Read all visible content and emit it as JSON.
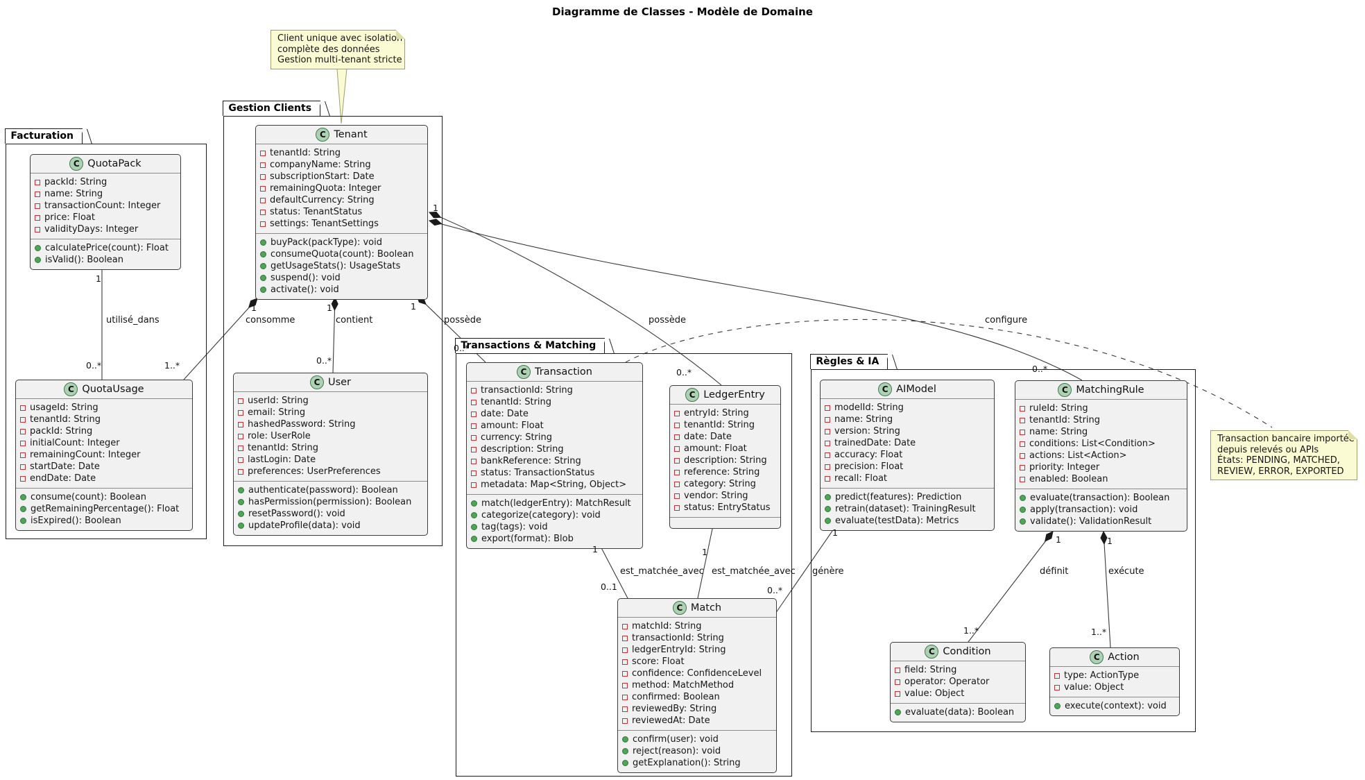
{
  "title": "Diagramme de Classes - Modèle de Domaine",
  "icon_letter": "C",
  "colors": {
    "class_fill": "#F1F1F1",
    "class_icon_bg": "#ADD1B2",
    "field_marker_red": "#C13238",
    "method_marker_green": "#50A357",
    "note_bg": "#FBFBD3",
    "line": "#383838"
  },
  "packages": {
    "facturation": {
      "name": "Facturation"
    },
    "gestion_clients": {
      "name": "Gestion Clients"
    },
    "transactions_matching": {
      "name": "Transactions & Matching"
    },
    "regles_ia": {
      "name": "Règles & IA"
    }
  },
  "notes": {
    "tenant_note": {
      "lines": [
        "Client unique avec isolation",
        "complète des données",
        "Gestion multi-tenant stricte"
      ]
    },
    "transaction_note": {
      "lines": [
        "Transaction bancaire importée",
        "depuis relevés ou APIs",
        "États: PENDING, MATCHED,",
        "REVIEW, ERROR, EXPORTED"
      ]
    }
  },
  "classes": {
    "quota_pack": {
      "name": "QuotaPack",
      "attributes": [
        "packId: String",
        "name: String",
        "transactionCount: Integer",
        "price: Float",
        "validityDays: Integer"
      ],
      "methods": [
        "calculatePrice(count): Float",
        "isValid(): Boolean"
      ]
    },
    "quota_usage": {
      "name": "QuotaUsage",
      "attributes": [
        "usageId: String",
        "tenantId: String",
        "packId: String",
        "initialCount: Integer",
        "remainingCount: Integer",
        "startDate: Date",
        "endDate: Date"
      ],
      "methods": [
        "consume(count): Boolean",
        "getRemainingPercentage(): Float",
        "isExpired(): Boolean"
      ]
    },
    "tenant": {
      "name": "Tenant",
      "attributes": [
        "tenantId: String",
        "companyName: String",
        "subscriptionStart: Date",
        "remainingQuota: Integer",
        "defaultCurrency: String",
        "status: TenantStatus",
        "settings: TenantSettings"
      ],
      "methods": [
        "buyPack(packType): void",
        "consumeQuota(count): Boolean",
        "getUsageStats(): UsageStats",
        "suspend(): void",
        "activate(): void"
      ]
    },
    "user": {
      "name": "User",
      "attributes": [
        "userId: String",
        "email: String",
        "hashedPassword: String",
        "role: UserRole",
        "tenantId: String",
        "lastLogin: Date",
        "preferences: UserPreferences"
      ],
      "methods": [
        "authenticate(password): Boolean",
        "hasPermission(permission): Boolean",
        "resetPassword(): void",
        "updateProfile(data): void"
      ]
    },
    "transaction": {
      "name": "Transaction",
      "attributes": [
        "transactionId: String",
        "tenantId: String",
        "date: Date",
        "amount: Float",
        "currency: String",
        "description: String",
        "bankReference: String",
        "status: TransactionStatus",
        "metadata: Map<String, Object>"
      ],
      "methods": [
        "match(ledgerEntry): MatchResult",
        "categorize(category): void",
        "tag(tags): void",
        "export(format): Blob"
      ]
    },
    "ledger_entry": {
      "name": "LedgerEntry",
      "attributes": [
        "entryId: String",
        "tenantId: String",
        "date: Date",
        "amount: Float",
        "description: String",
        "reference: String",
        "category: String",
        "vendor: String",
        "status: EntryStatus"
      ],
      "methods": []
    },
    "match": {
      "name": "Match",
      "attributes": [
        "matchId: String",
        "transactionId: String",
        "ledgerEntryId: String",
        "score: Float",
        "confidence: ConfidenceLevel",
        "method: MatchMethod",
        "confirmed: Boolean",
        "reviewedBy: String",
        "reviewedAt: Date"
      ],
      "methods": [
        "confirm(user): void",
        "reject(reason): void",
        "getExplanation(): String"
      ]
    },
    "ai_model": {
      "name": "AIModel",
      "attributes": [
        "modelId: String",
        "name: String",
        "version: String",
        "trainedDate: Date",
        "accuracy: Float",
        "precision: Float",
        "recall: Float"
      ],
      "methods": [
        "predict(features): Prediction",
        "retrain(dataset): TrainingResult",
        "evaluate(testData): Metrics"
      ]
    },
    "matching_rule": {
      "name": "MatchingRule",
      "attributes": [
        "ruleId: String",
        "tenantId: String",
        "name: String",
        "conditions: List<Condition>",
        "actions: List<Action>",
        "priority: Integer",
        "enabled: Boolean"
      ],
      "methods": [
        "evaluate(transaction): Boolean",
        "apply(transaction): void",
        "validate(): ValidationResult"
      ]
    },
    "condition": {
      "name": "Condition",
      "attributes": [
        "field: String",
        "operator: Operator",
        "value: Object"
      ],
      "methods": [
        "evaluate(data): Boolean"
      ]
    },
    "action": {
      "name": "Action",
      "attributes": [
        "type: ActionType",
        "value: Object"
      ],
      "methods": [
        "execute(context): void"
      ]
    }
  },
  "relationships": {
    "utilise_dans": {
      "label": "utilisé_dans",
      "from": "1",
      "to": "0..*"
    },
    "consomme": {
      "label": "consomme",
      "from": "1",
      "to": "1..*"
    },
    "contient": {
      "label": "contient",
      "from": "1",
      "to": "0..*"
    },
    "possede_transactions": {
      "label": "possède",
      "from": "1",
      "to": "0..*"
    },
    "possede_ledger": {
      "label": "possède",
      "from": "1",
      "to": "0..*"
    },
    "configure": {
      "label": "configure",
      "to": "0..*"
    },
    "est_matchee_tx": {
      "label": "est_matchée_avec",
      "from": "1",
      "to": "0..1"
    },
    "est_matchee_ledger": {
      "label": "est_matchée_avec",
      "from": "1",
      "to": "0..*"
    },
    "genere": {
      "label": "génère",
      "from": "1"
    },
    "definit": {
      "label": "définit",
      "from": "1",
      "to": "1..*"
    },
    "execute": {
      "label": "exécute",
      "from": "1",
      "to": "1..*"
    }
  }
}
